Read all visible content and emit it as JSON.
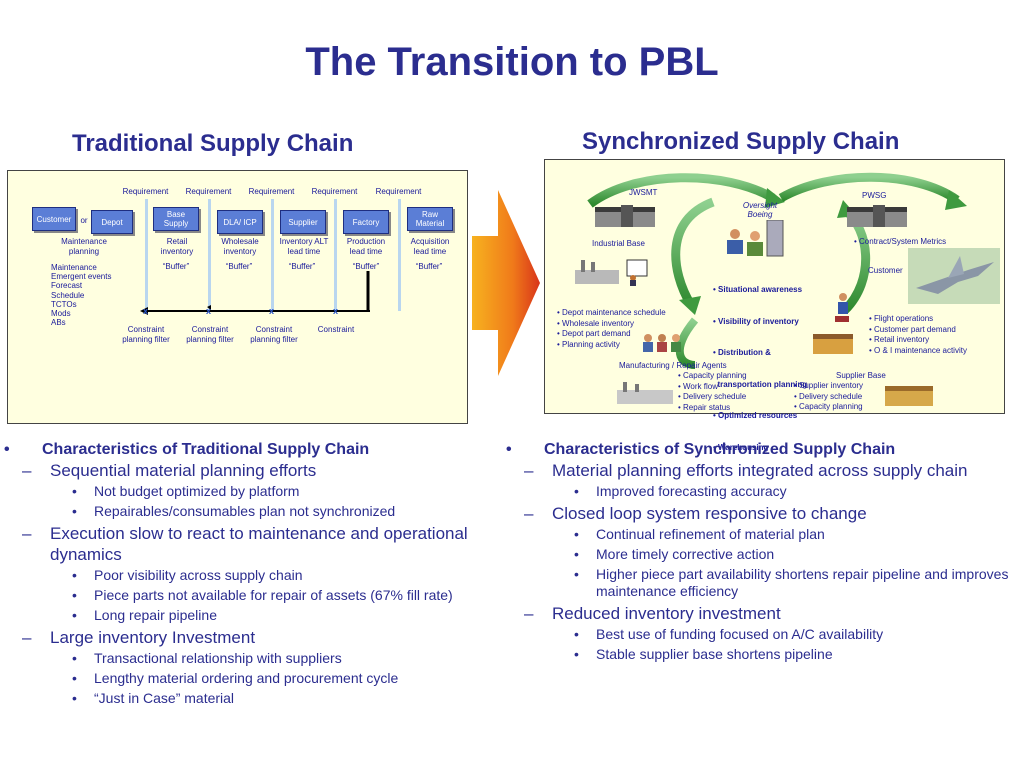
{
  "title": "The Transition to PBL",
  "left_subtitle": "Traditional Supply Chain",
  "right_subtitle": "Synchronized Supply Chain",
  "traditional": {
    "requirements": [
      "Requirement",
      "Requirement",
      "Requirement",
      "Requirement",
      "Requirement"
    ],
    "boxes": [
      {
        "label": "Customer"
      },
      {
        "label": "Depot"
      },
      {
        "label": "Base Supply"
      },
      {
        "label": "DLA/ ICP"
      },
      {
        "label": "Supplier"
      },
      {
        "label": "Factory"
      },
      {
        "label": "Raw Material"
      }
    ],
    "or_label": "or",
    "maint_planning": "Maintenance planning",
    "lead_labels": [
      "Retail inventory",
      "Wholesale inventory",
      "Inventory ALT lead time",
      "Production lead time",
      "Acquisition lead time"
    ],
    "buffer_labels": [
      "“Buffer”",
      "“Buffer”",
      "“Buffer”",
      "“Buffer”",
      "“Buffer”"
    ],
    "maint_list": [
      "Maintenance",
      "Emergent events",
      "Forecast",
      "Schedule",
      "TCTOs",
      "Mods",
      "ABs"
    ],
    "x_marks": [
      "x",
      "x",
      "x",
      "x"
    ],
    "constraints": [
      "Constraint planning filter",
      "Constraint planning filter",
      "Constraint planning filter",
      "Constraint"
    ]
  },
  "synchronized": {
    "jwsmt": "JWSMT",
    "pwsg": "PWSG",
    "oversight": "Oversight Boeing",
    "industrial_base": "Industrial Base",
    "contract_metrics": "•  Contract/System  Metrics",
    "customer": "Customer",
    "center_bullets": [
      "• Situational awareness",
      "• Visibility of inventory",
      "• Distribution &",
      "  transportation planning",
      "• Optimized resources",
      "• Warehousing"
    ],
    "depot_bullets": [
      "• Depot maintenance schedule",
      "• Wholesale inventory",
      "• Depot part demand",
      "• Planning activity"
    ],
    "flight_bullets": [
      "• Flight operations",
      "• Customer part demand",
      "• Retail inventory",
      "• O & I maintenance activity"
    ],
    "mfg_title": "Manufacturing / Repair Agents",
    "mfg_bullets": [
      "• Capacity planning",
      "• Work flow",
      "• Delivery schedule",
      "• Repair status"
    ],
    "supplier_base": "Supplier Base",
    "supplier_bullets": [
      "• Supplier inventory",
      "• Delivery schedule",
      "• Capacity planning"
    ]
  },
  "left_bullets": {
    "heading": "Characteristics of Traditional Supply Chain",
    "items": [
      {
        "text": "Sequential material planning efforts",
        "sub": [
          "Not budget optimized by platform",
          "Repairables/consumables plan not synchronized"
        ]
      },
      {
        "text": "Execution slow to react to maintenance and operational dynamics",
        "sub": [
          "Poor visibility across supply chain",
          "Piece parts not available for repair of assets (67% fill rate)",
          "Long repair pipeline"
        ]
      },
      {
        "text": "Large inventory Investment",
        "sub": [
          "Transactional relationship with suppliers",
          "Lengthy material ordering and procurement cycle",
          "“Just in Case” material"
        ]
      }
    ]
  },
  "right_bullets": {
    "heading": "Characteristics of Synchronized Supply Chain",
    "items": [
      {
        "text": "Material planning efforts integrated across supply chain",
        "sub": [
          "Improved forecasting accuracy"
        ]
      },
      {
        "text": "Closed loop system responsive to change",
        "sub": [
          "Continual refinement of material plan",
          "More timely corrective action",
          "Higher piece part availability shortens repair pipeline and improves maintenance efficiency"
        ]
      },
      {
        "text": "Reduced inventory investment",
        "sub": [
          "Best use of funding focused on A/C availability",
          "Stable supplier base shortens pipeline"
        ]
      }
    ]
  },
  "colors": {
    "title": "#2b2d8f",
    "box": "#5b7ed6",
    "panel": "#ffffe0",
    "arrow_orange": "#f08a1c",
    "arrow_green": "#3f9a3f"
  }
}
